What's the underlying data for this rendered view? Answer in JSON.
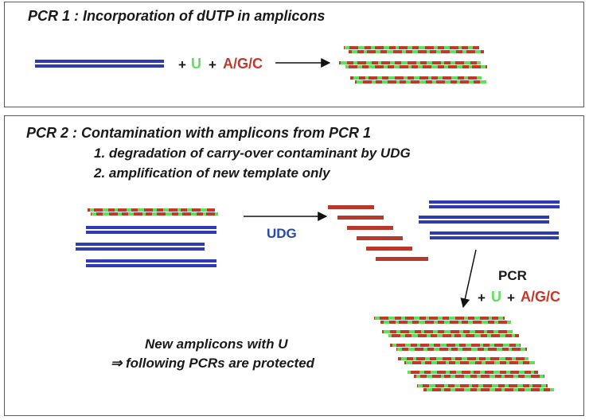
{
  "panel1": {
    "title": "PCR 1 : Incorporation of dUTP in amplicons",
    "plus1": "+",
    "u": "U",
    "plus2": "+",
    "agc": "A/G/C"
  },
  "panel2": {
    "title": "PCR 2 : Contamination with amplicons from PCR 1",
    "step1": "1. degradation of carry-over contaminant by UDG",
    "step2": "2. amplification of new template only",
    "udg": "UDG",
    "pcr": "PCR",
    "plus1": "+",
    "u": "U",
    "plus2": "+",
    "agc": "A/G/C",
    "note_line1": "New amplicons with U",
    "note_line2": "⇒ following PCRs are protected"
  },
  "colors": {
    "dna_blue": "#2e3bb5",
    "u_green": "#5ee05a",
    "base_red": "#c0392b",
    "fragment_red": "#b8392b",
    "text_dark": "#1a1a1a",
    "udg_blue": "#2a4aa8"
  }
}
